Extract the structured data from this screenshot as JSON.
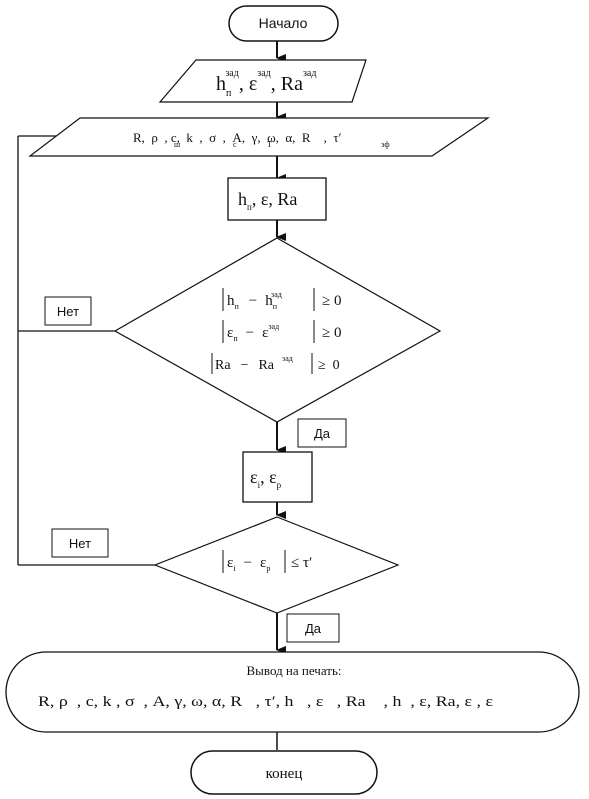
{
  "start": "Начало",
  "target_params": {
    "h": "h",
    "h_sub": "п",
    "h_sup": "зад",
    "eps": "ε",
    "eps_sup": "зад",
    "ra": "Ra",
    "ra_sup": "зад"
  },
  "input_params": "R,  ρ  , c,  k  ,  σ  ,  A,  γ,  ω,  α,  R    ,  τ′",
  "input_subs": {
    "rho": "ш",
    "k": "c",
    "sigma": "T",
    "r": "эф"
  },
  "compute": {
    "h": "h",
    "h_sub": "п",
    "eps": "ε",
    "ra": "Ra"
  },
  "cond1": {
    "line1_a": "h",
    "line1_a_sub": "п",
    "line1_op": "−",
    "line1_b": "h",
    "line1_b_sub": "п",
    "line1_b_sup": "зад",
    "line1_rhs": "≥ 0",
    "line2_a": "ε",
    "line2_a_sub": "п",
    "line2_op": "−",
    "line2_b": "ε",
    "line2_b_sup": "зад",
    "line2_rhs": "≥ 0",
    "line3_a": "Ra",
    "line3_op": "−",
    "line3_b": "Ra",
    "line3_b_sup": "зад",
    "line3_rhs": "≥  0"
  },
  "no1": "Нет",
  "yes1": "Да",
  "compute2": {
    "a": "ε",
    "a_sub": "i",
    "b": "ε",
    "b_sub": "p"
  },
  "cond2": {
    "a": "ε",
    "a_sub": "i",
    "op": "−",
    "b": "ε",
    "b_sub": "p",
    "rhs": "≤ τ′"
  },
  "no2": "Нет",
  "yes2": "Да",
  "output_title": "Вывод на печать:",
  "output_params": "R, ρ  , c, k , σ  , A, γ, ω, α, R   , τ′, h   , ε   , Ra    , h  , ε, Ra, ε , ε",
  "end": "конец"
}
